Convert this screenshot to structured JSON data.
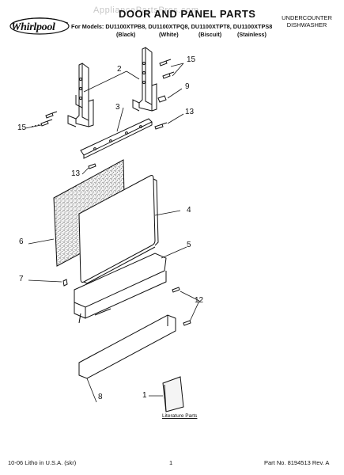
{
  "header": {
    "brand": "Whirlpool",
    "watermark": "AppliancePartsPros.com",
    "title": "DOOR AND PANEL PARTS",
    "models_line": "For Models: DU1100XTPB8, DU1100XTPQ8, DU1100XTPT8, DU1100XTPS8",
    "colors": [
      "(Black)",
      "(White)",
      "(Biscuit)",
      "(Stainless)"
    ],
    "appliance_type_line1": "UNDERCOUNTER",
    "appliance_type_line2": "DISHWASHER"
  },
  "callouts": {
    "c1": "1",
    "c2": "2",
    "c3": "3",
    "c4": "4",
    "c5": "5",
    "c6": "6",
    "c7": "7",
    "c8": "8",
    "c9": "9",
    "c12": "12",
    "c13a": "13",
    "c13b": "13",
    "c15a": "15",
    "c15b": "15"
  },
  "literature_label": "Literature Parts",
  "footer": {
    "left": "10-06 Litho in U.S.A. (skr)",
    "page": "1",
    "right": "Part No. 8194513 Rev. A"
  },
  "colors": {
    "ink": "#111111",
    "watermark": "#c8c8c8"
  }
}
